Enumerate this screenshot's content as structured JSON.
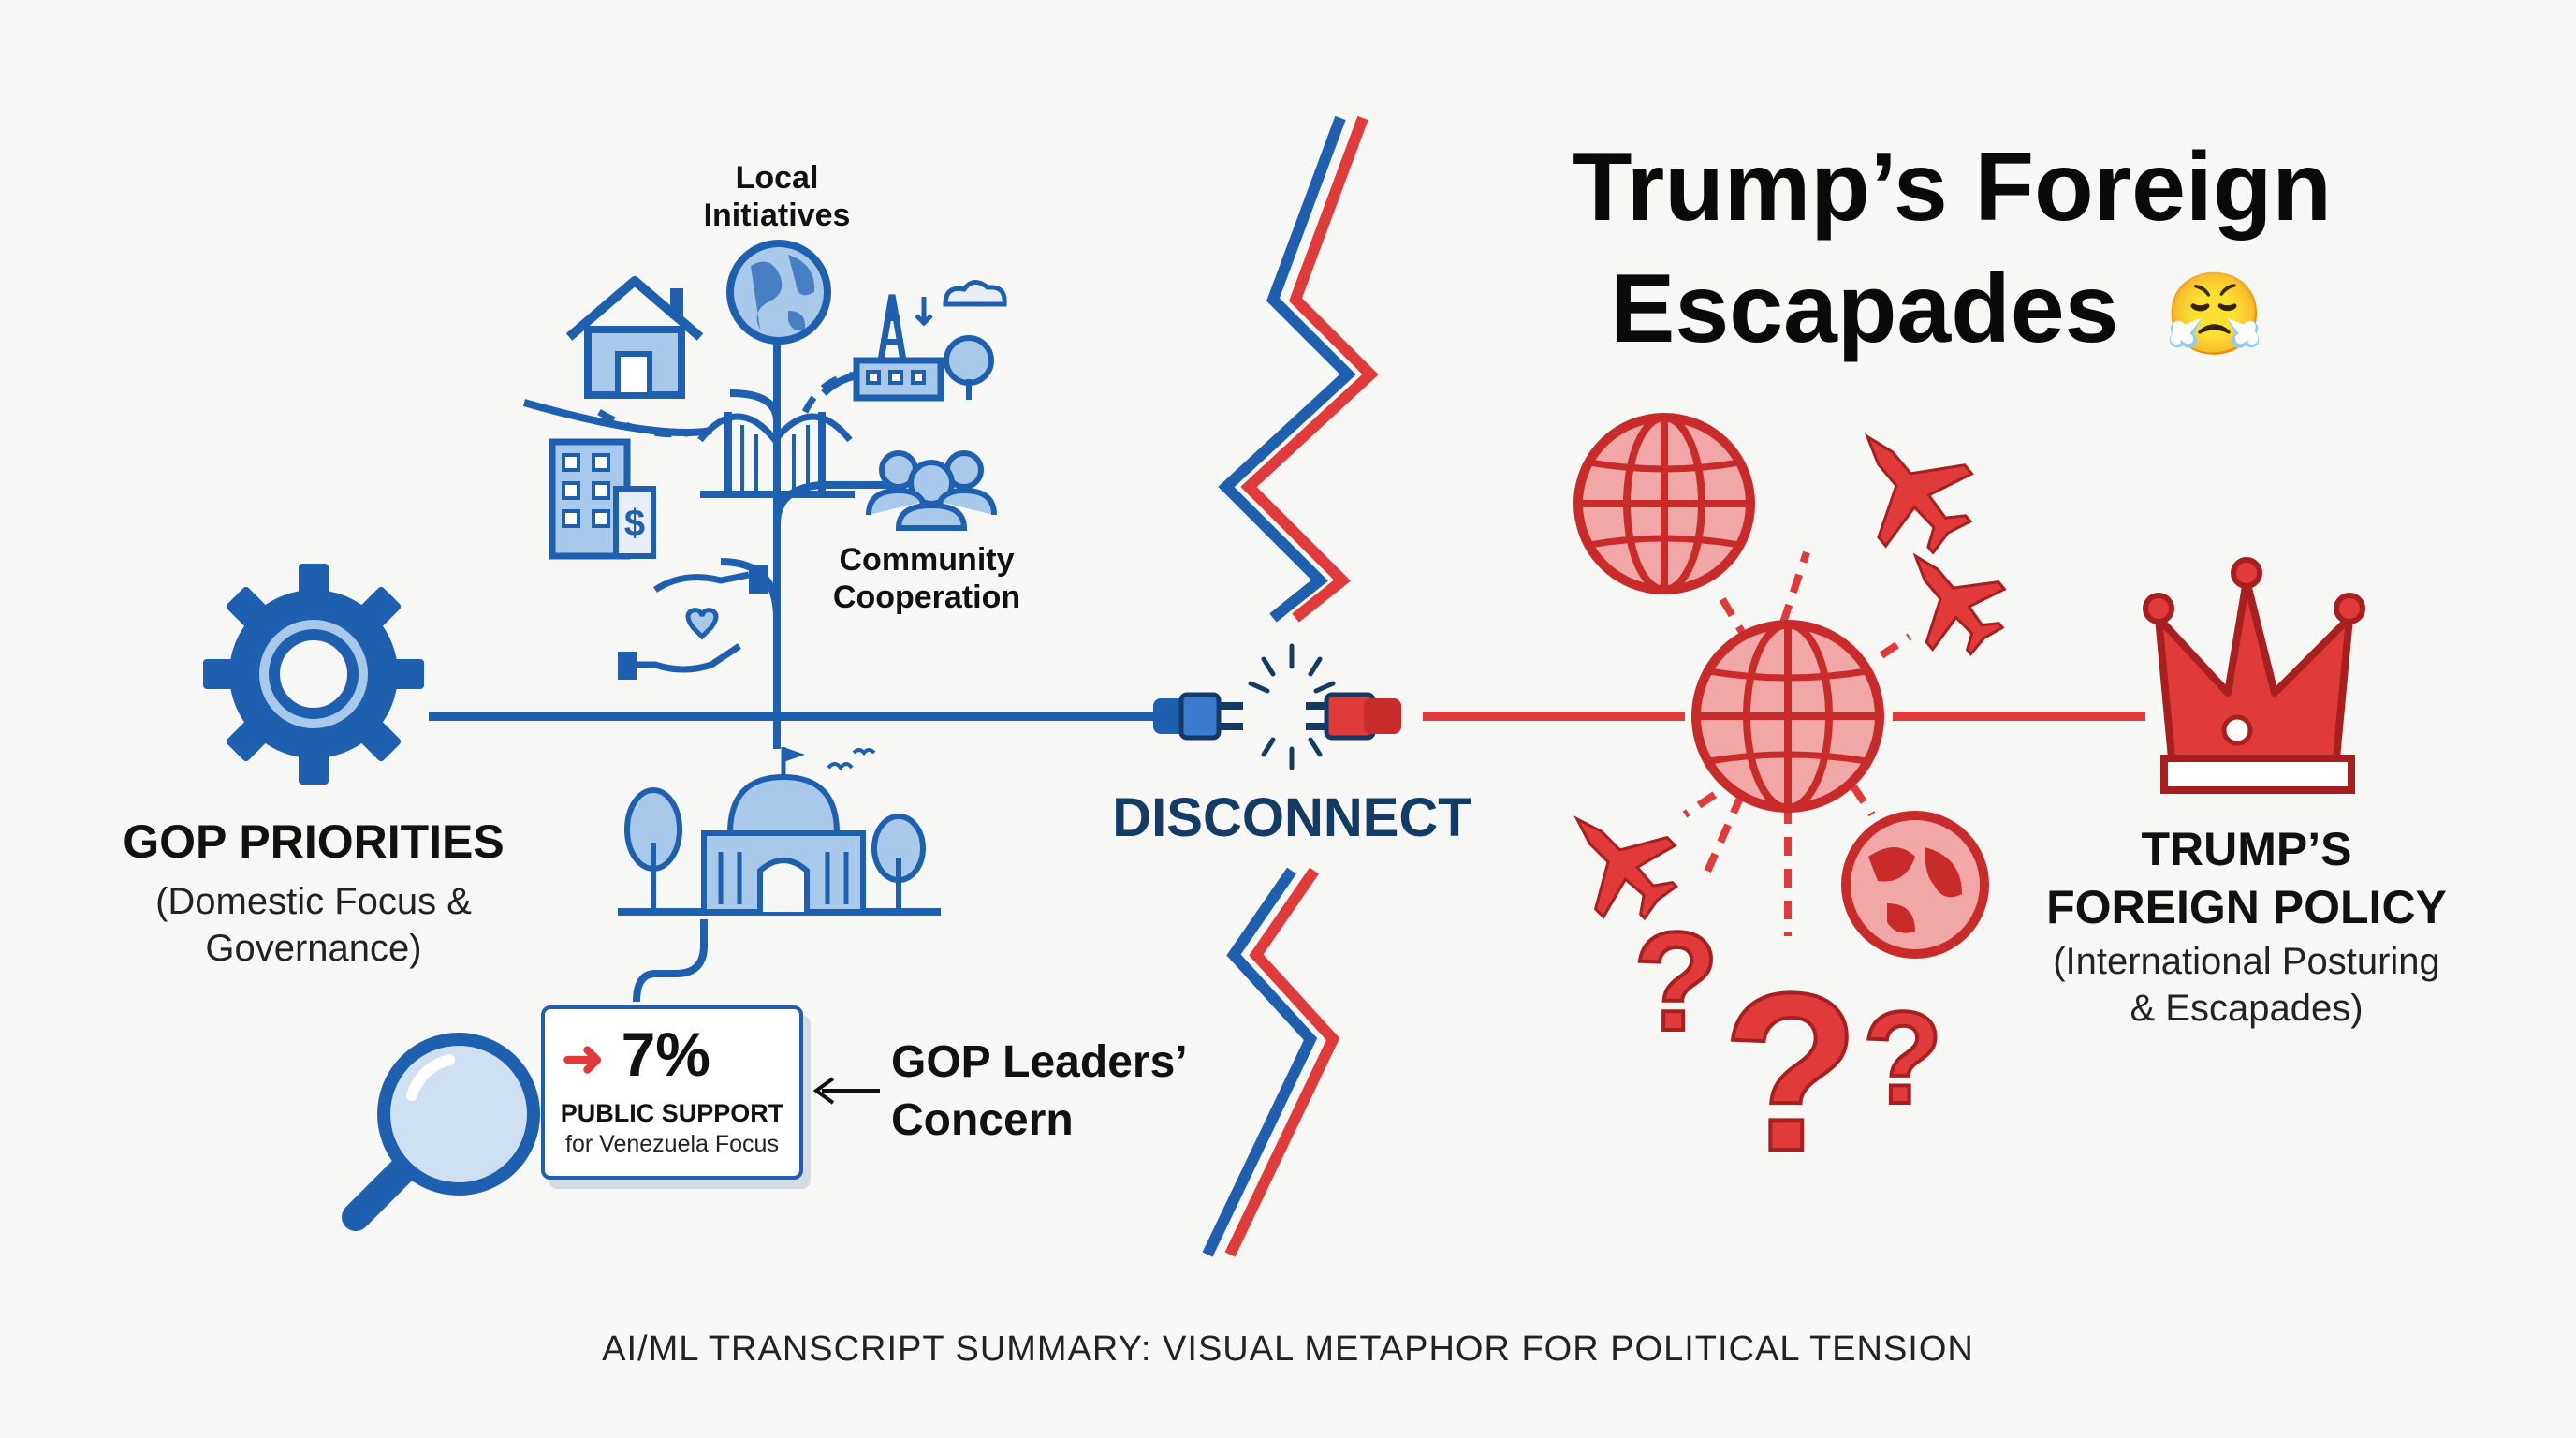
{
  "title": {
    "line1": "Trump’s Foreign",
    "line2": "Escapades",
    "emoji": "😤"
  },
  "left_labels": {
    "local_initiatives": [
      "Local",
      "Initiatives"
    ],
    "community_cooperation": [
      "Community",
      "Cooperation"
    ],
    "gop_priorities": "GOP PRIORITIES",
    "gop_priorities_sub": [
      "(Domestic Focus &",
      "Governance)"
    ]
  },
  "callout": {
    "arrow": "➜",
    "value": "7%",
    "label1": "PUBLIC SUPPORT",
    "label2": "for Venezuela Focus"
  },
  "concern": {
    "arrow": "←",
    "line1": "GOP Leaders’",
    "line2": "Concern"
  },
  "center": {
    "disconnect": "DISCONNECT"
  },
  "right_labels": {
    "title": [
      "TRUMP’S",
      "FOREIGN POLICY"
    ],
    "sub": [
      "(International Posturing",
      "& Escapades)"
    ]
  },
  "footer": "AI/ML TRANSCRIPT SUMMARY: VISUAL METAPHOR FOR POLITICAL TENSION",
  "colors": {
    "blue": "#1f5fb0",
    "light_blue": "#a9c9ea",
    "red": "#e03a3a",
    "light_red": "#f2a7a7",
    "navy": "#143a66"
  }
}
